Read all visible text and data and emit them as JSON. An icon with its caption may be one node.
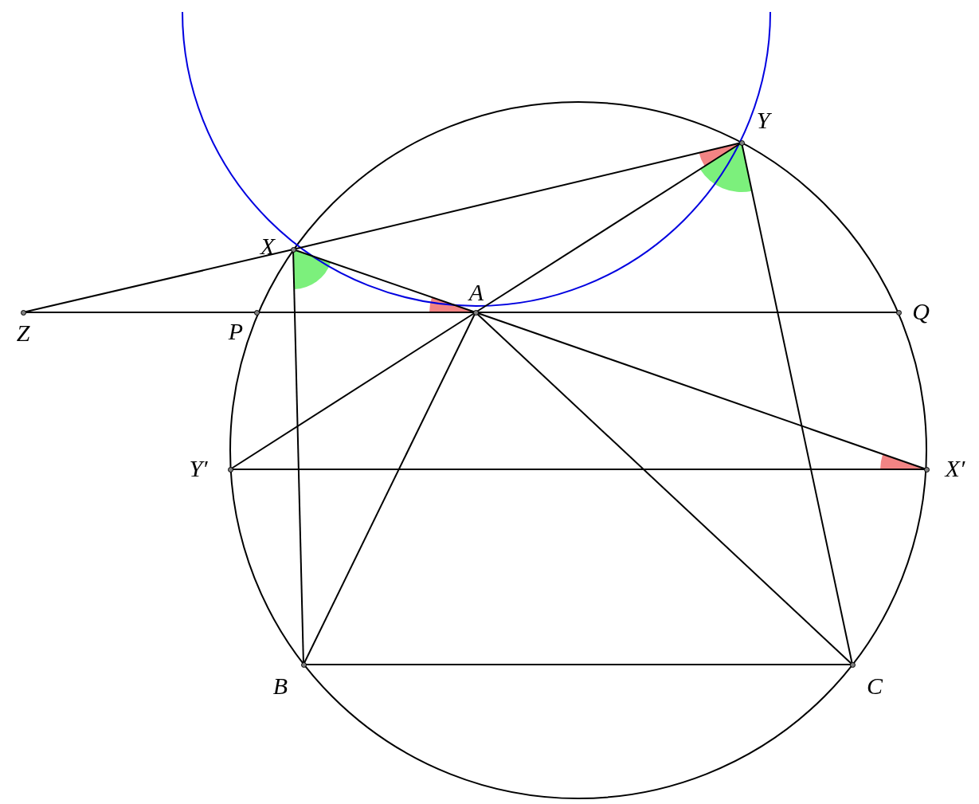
{
  "diagram": {
    "nodes": [
      {
        "text": [
          "Y"
        ]
      },
      {
        "text": [
          "X"
        ]
      },
      {
        "text": [
          "A"
        ]
      },
      {
        "text": [
          "Z"
        ]
      },
      {
        "text": [
          "P"
        ]
      },
      {
        "text": [
          "Q"
        ]
      },
      {
        "text": [
          "Y′"
        ]
      },
      {
        "text": [
          "X′"
        ]
      },
      {
        "text": [
          "B"
        ]
      },
      {
        "text": [
          "C"
        ]
      }
    ],
    "edges": [
      {
        "from": 3,
        "to": 1,
        "arrow": "none"
      },
      {
        "from": 1,
        "to": 0,
        "arrow": "none"
      },
      {
        "from": 3,
        "to": 4,
        "arrow": "none"
      },
      {
        "from": 4,
        "to": 2,
        "arrow": "none"
      },
      {
        "from": 2,
        "to": 5,
        "arrow": "none"
      },
      {
        "from": 1,
        "to": 2,
        "arrow": "none"
      },
      {
        "from": 0,
        "to": 2,
        "arrow": "none"
      },
      {
        "from": 2,
        "to": 6,
        "arrow": "none"
      },
      {
        "from": 2,
        "to": 7,
        "arrow": "none"
      },
      {
        "from": 6,
        "to": 7,
        "arrow": "none"
      },
      {
        "from": 1,
        "to": 8,
        "arrow": "none"
      },
      {
        "from": 0,
        "to": 9,
        "arrow": "none"
      },
      {
        "from": 2,
        "to": 8,
        "arrow": "none"
      },
      {
        "from": 2,
        "to": 9,
        "arrow": "none"
      },
      {
        "from": 8,
        "to": 9,
        "arrow": "none"
      }
    ]
  }
}
